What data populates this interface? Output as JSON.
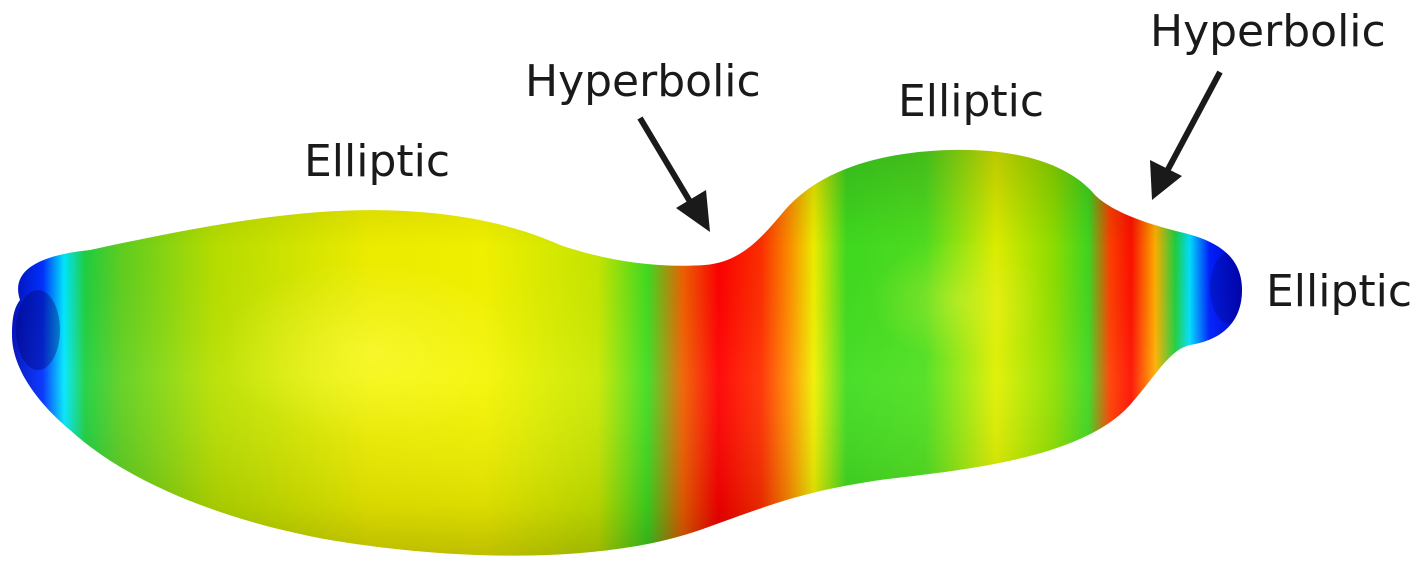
{
  "labels": {
    "elliptic_left": "Elliptic",
    "hyperbolic_mid": "Hyperbolic",
    "elliptic_mid": "Elliptic",
    "hyperbolic_right": "Hyperbolic",
    "elliptic_right": "Elliptic"
  },
  "colors": {
    "background": "#ffffff",
    "elliptic_low": "#ffff00",
    "elliptic_mid": "#20e020",
    "hyperbolic": "#ff0000",
    "transition": "#ff8000",
    "cap_blue": "#0000d0",
    "cap_cyan": "#00e0ff",
    "text": "#1a1a1a"
  },
  "arrows": 2
}
